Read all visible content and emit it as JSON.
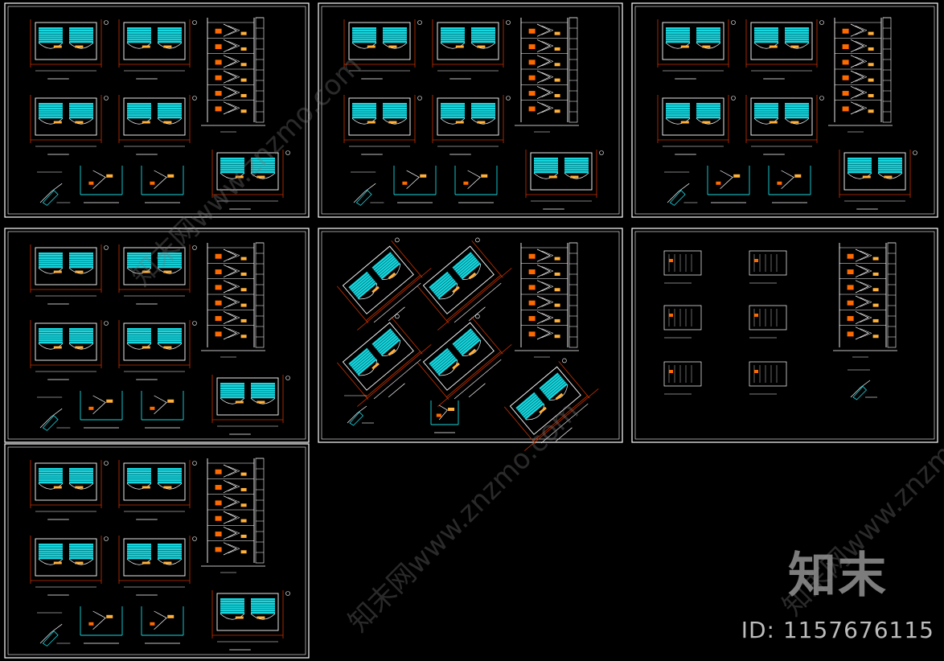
{
  "watermark": {
    "logo_text": "知末",
    "id_text": "ID: 1157676115",
    "diagonal_text": "知末网www.znzmo.com"
  },
  "colors": {
    "background": "#000000",
    "frame": "#ffffff",
    "stair_fill": "#16d8e0",
    "axis": "#c83200",
    "dim": "#ff6a00",
    "line": "#ffffff",
    "label": "#ffb13b"
  },
  "sheets": [
    {
      "id": "sheet-1",
      "variant": "standard"
    },
    {
      "id": "sheet-2",
      "variant": "standard"
    },
    {
      "id": "sheet-3",
      "variant": "standard"
    },
    {
      "id": "sheet-4",
      "variant": "standard"
    },
    {
      "id": "sheet-5",
      "variant": "rotated"
    },
    {
      "id": "sheet-6",
      "variant": "details"
    },
    {
      "id": "sheet-7",
      "variant": "standard"
    }
  ]
}
